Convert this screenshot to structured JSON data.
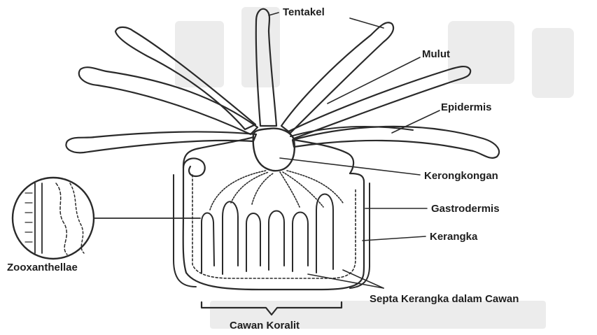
{
  "diagram": {
    "labels": {
      "tentakel": "Tentakel",
      "mulut": "Mulut",
      "epidermis": "Epidermis",
      "kerongkongan": "Kerongkongan",
      "gastrodermis": "Gastrodermis",
      "kerangka": "Kerangka",
      "zooxanthellae": "Zooxanthellae",
      "septa": "Septa Kerangka dalam Cawan",
      "cawan": "Cawan Koralit"
    },
    "colors": {
      "ink": "#2a2a2a",
      "text": "#1e1e1e",
      "background": "#ffffff",
      "watermark": "#dcdcdc"
    }
  }
}
